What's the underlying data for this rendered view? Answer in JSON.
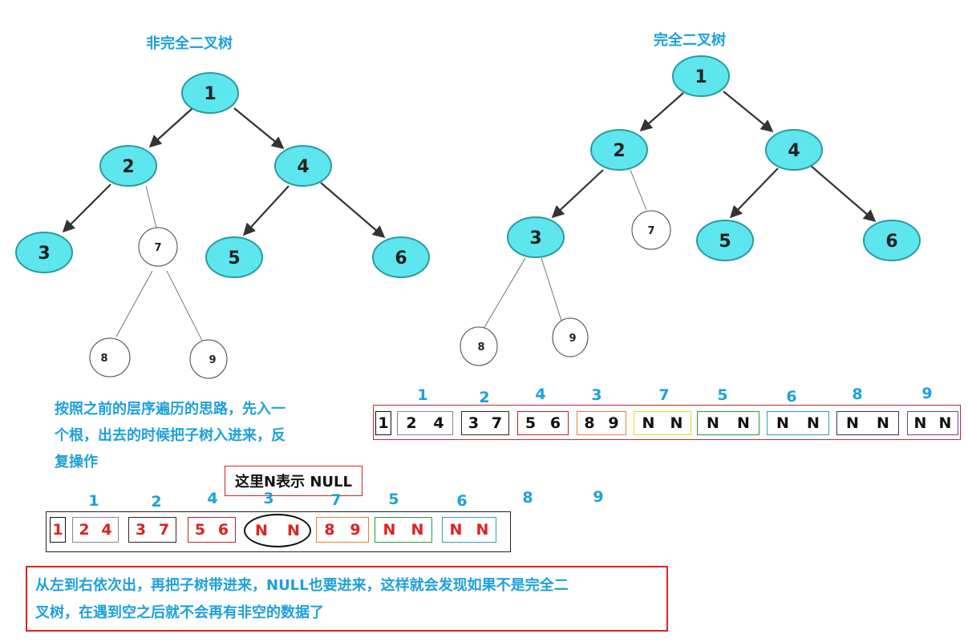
{
  "left_tree": {
    "title": "非完全二叉树",
    "nodes": [
      "1",
      "2",
      "4",
      "3",
      "7",
      "5",
      "6",
      "8",
      "9"
    ]
  },
  "right_tree": {
    "title": "完全二叉树",
    "nodes": [
      "1",
      "2",
      "4",
      "3",
      "7",
      "5",
      "6",
      "8",
      "9"
    ]
  },
  "explanation": [
    "按照之前的层序遍历的思路，先入一",
    "个根，出去的时候把子树入进来，反",
    "复操作"
  ],
  "null_note": "这里N表示 NULL",
  "bottom_note": [
    "从左到右依次出，再把子树带进来，NULL也要进来，这样就会发现如果不是完全二",
    "叉树，在遇到空之后就不会再有非空的数据了"
  ],
  "right_queue": {
    "labels": [
      "1",
      "2",
      "4",
      "3",
      "7",
      "5",
      "6",
      "8",
      "9"
    ],
    "cells": [
      [
        "1"
      ],
      [
        "2",
        "4"
      ],
      [
        "3",
        "7"
      ],
      [
        "5",
        "6"
      ],
      [
        "8",
        "9"
      ],
      [
        "N",
        "N"
      ],
      [
        "N",
        "N"
      ],
      [
        "N",
        "N"
      ],
      [
        "N",
        "N"
      ],
      [
        "N",
        "N"
      ]
    ]
  },
  "left_queue": {
    "labels": [
      "1",
      "2",
      "4",
      "3",
      "7",
      "5",
      "6",
      "8",
      "9"
    ],
    "cells": [
      [
        "1"
      ],
      [
        "2",
        "4"
      ],
      [
        "3",
        "7"
      ],
      [
        "5",
        "6"
      ],
      [
        "N",
        "N"
      ],
      [
        "8",
        "9"
      ],
      [
        "N",
        "N"
      ],
      [
        "N",
        "N"
      ]
    ]
  },
  "colors": {
    "cyan": "#5ee6ee",
    "title": "#1ea0dc",
    "red": "#e02020"
  }
}
